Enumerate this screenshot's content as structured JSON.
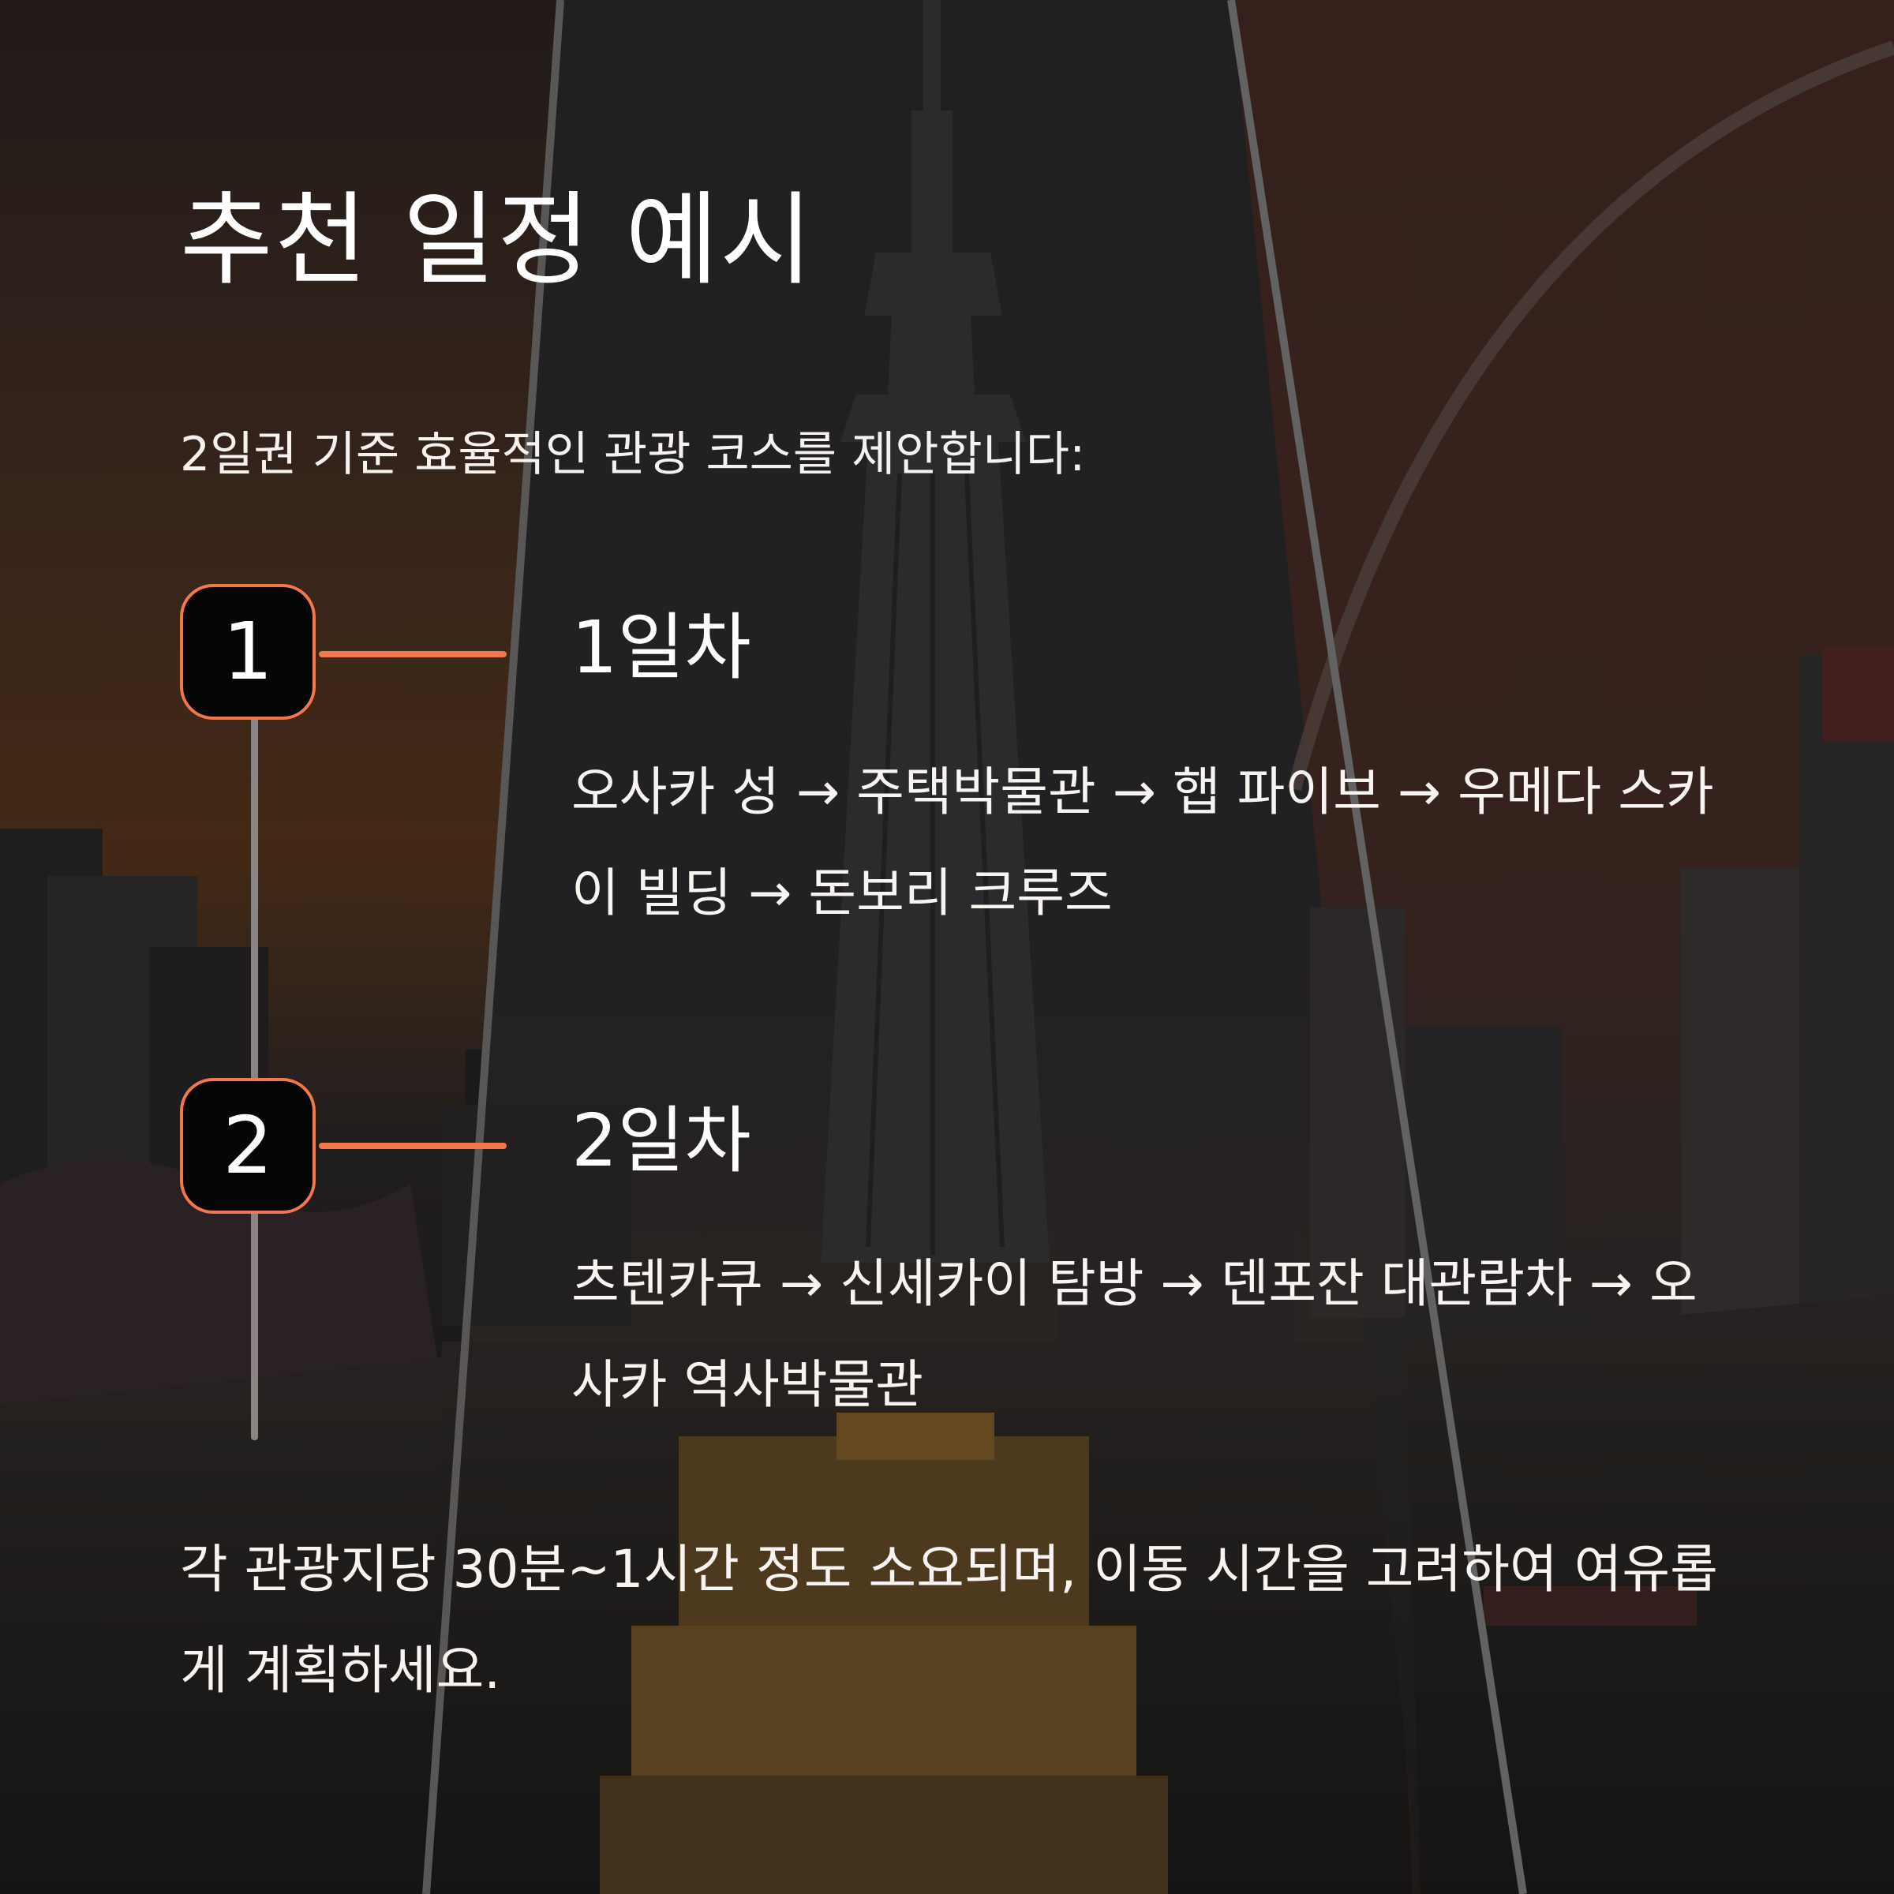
{
  "title": "추천 일정 예시",
  "subtitle": "2일권 기준 효율적인 관광 코스를 제안합니다:",
  "days": [
    {
      "number": "1",
      "title": "1일차",
      "route": "오사카 성 → 주택박물관 → 햅 파이브 → 우메다 스카이 빌딩 → 돈보리 크루즈"
    },
    {
      "number": "2",
      "title": "2일차",
      "route": "츠텐카쿠 → 신세카이 탐방 → 덴포잔 대관람차 → 오사카 역사박물관"
    }
  ],
  "footer": "각 관광지당 30분~1시간 정도 소요되며, 이동 시간을 고려하여 여유롭게 계획하세요.",
  "colors": {
    "accent": "#f2774a",
    "badge_bg": "#050505",
    "timeline": "#8a8583",
    "text": "#ffffff"
  }
}
